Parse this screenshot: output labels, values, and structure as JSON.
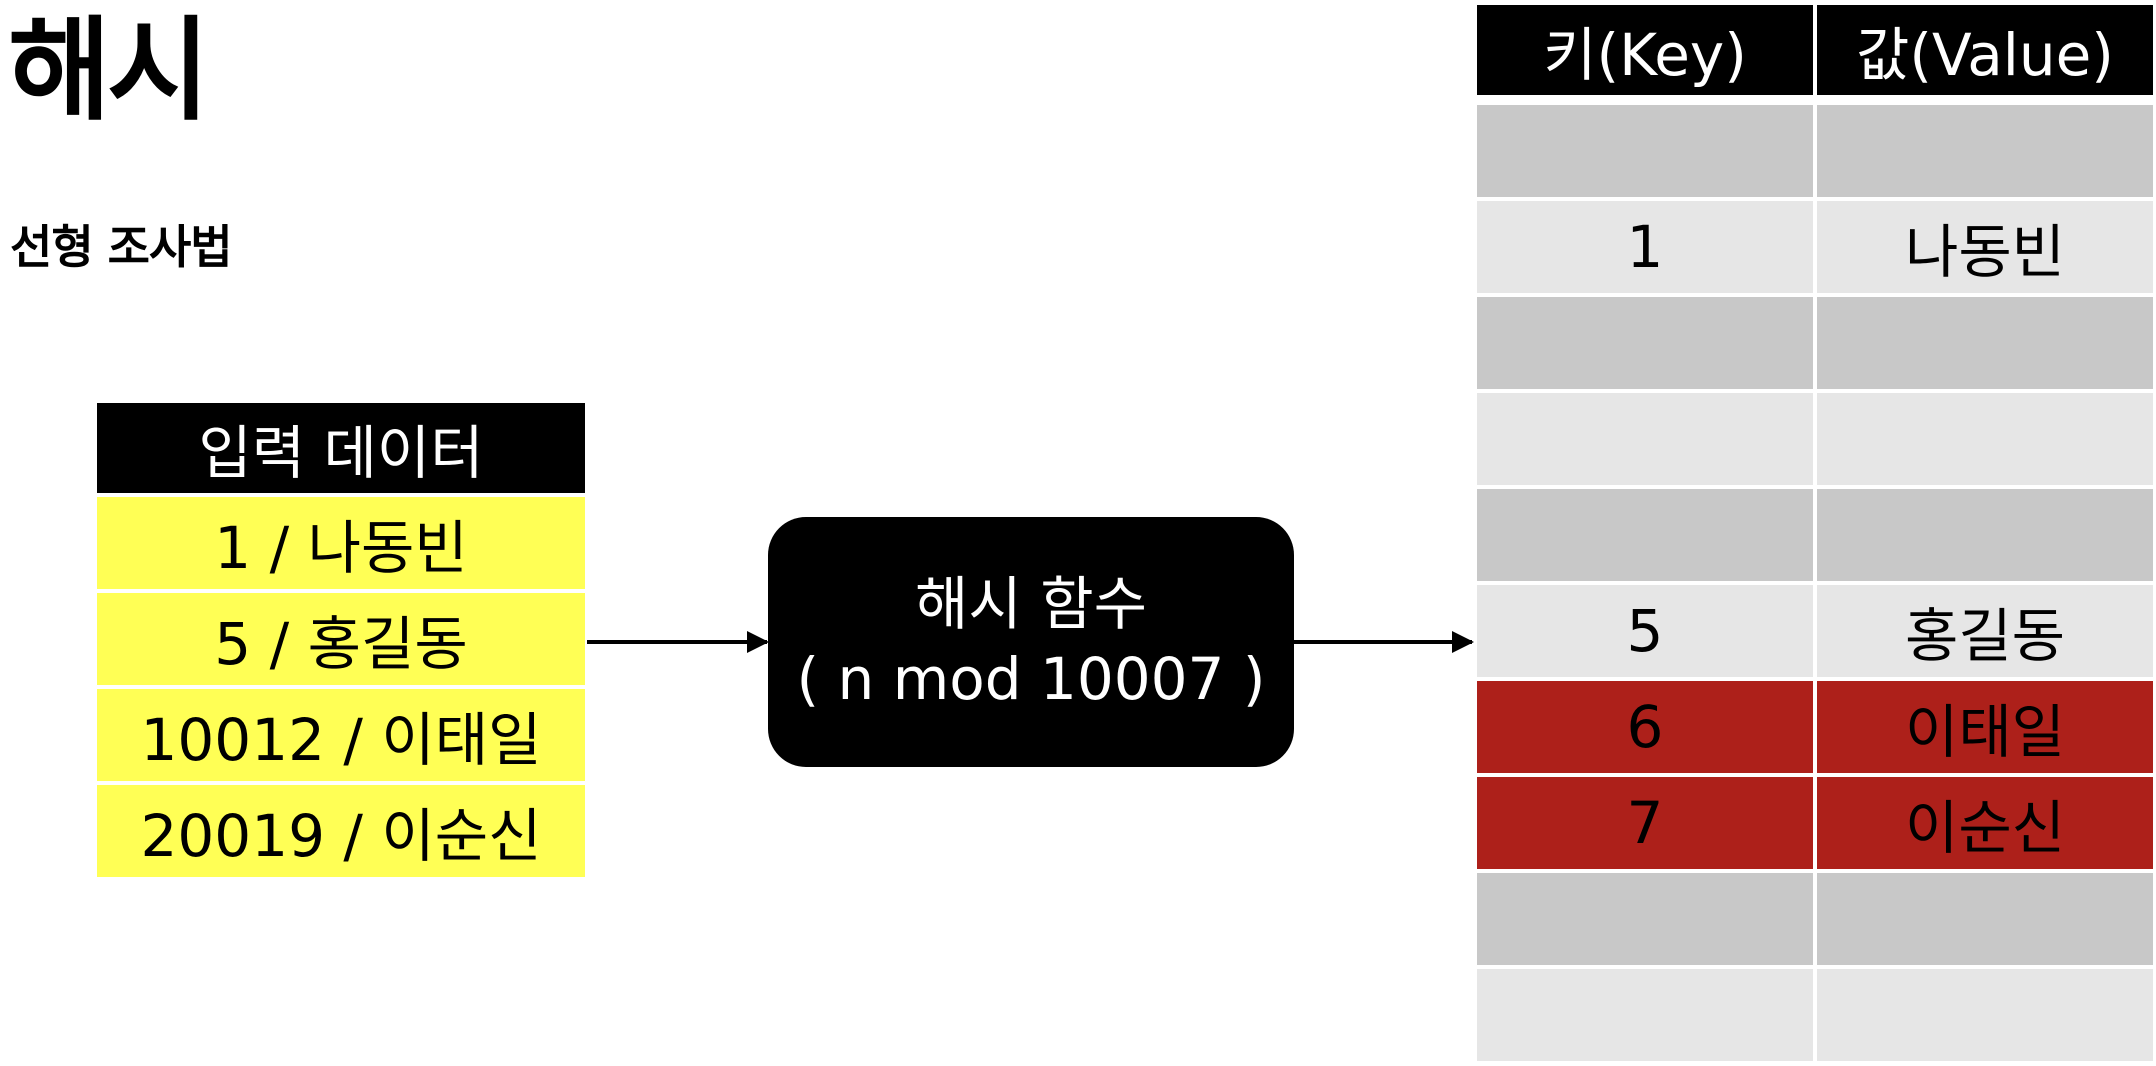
{
  "title": "해시",
  "subtitle": "선형 조사법",
  "input_table": {
    "header": "입력 데이터",
    "rows": [
      "1 / 나동빈",
      "5 / 홍길동",
      "10012 / 이태일",
      "20019 / 이순신"
    ]
  },
  "hash_function": {
    "line1": "해시 함수",
    "line2": "( n mod 10007 )"
  },
  "hash_table": {
    "key_header": "키(Key)",
    "value_header": "값(Value)",
    "rows": [
      {
        "key": "",
        "value": "",
        "style": "dark"
      },
      {
        "key": "1",
        "value": "나동빈",
        "style": "light"
      },
      {
        "key": "",
        "value": "",
        "style": "dark"
      },
      {
        "key": "",
        "value": "",
        "style": "light"
      },
      {
        "key": "",
        "value": "",
        "style": "dark"
      },
      {
        "key": "5",
        "value": "홍길동",
        "style": "light"
      },
      {
        "key": "6",
        "value": "이태일",
        "style": "red"
      },
      {
        "key": "7",
        "value": "이순신",
        "style": "red"
      },
      {
        "key": "",
        "value": "",
        "style": "dark"
      },
      {
        "key": "",
        "value": "",
        "style": "light"
      }
    ]
  },
  "colors": {
    "input_fill": "#ffff55",
    "collision_fill": "#ad201a",
    "row_dark": "#c8c8c8",
    "row_light": "#e6e6e6"
  }
}
